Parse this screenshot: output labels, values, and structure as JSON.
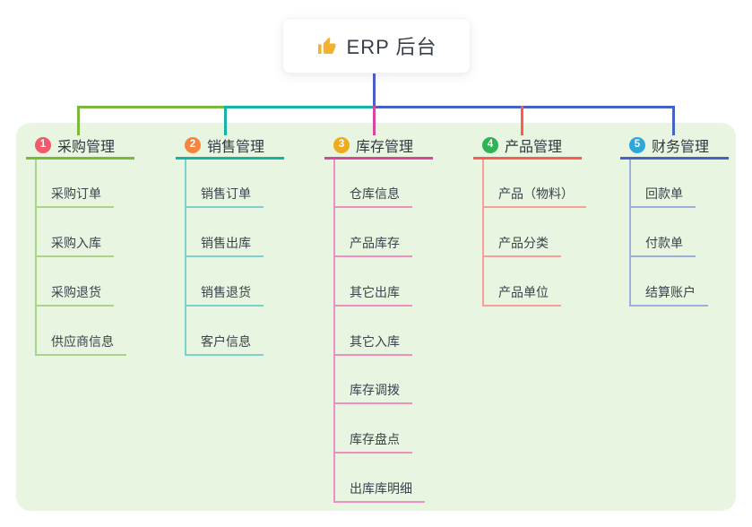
{
  "root": {
    "icon": "thumbs-up",
    "label": "ERP 后台"
  },
  "panel_color": "#e8f5e1",
  "root_line_color": "#4a5fc8",
  "icon_color": "#f2b12e",
  "branches": [
    {
      "badge": "1",
      "label": "采购管理",
      "color": "#7cb83e",
      "light_color": "#abd48a",
      "badge_color": "#f2596d",
      "children": [
        "采购订单",
        "采购入库",
        "采购退货",
        "供应商信息"
      ]
    },
    {
      "badge": "2",
      "label": "销售管理",
      "color": "#14b3a5",
      "light_color": "#7bd2c9",
      "badge_color": "#f6863f",
      "children": [
        "销售订单",
        "销售出库",
        "销售退货",
        "客户信息"
      ]
    },
    {
      "badge": "3",
      "label": "库存管理",
      "color": "#d6489c",
      "light_color": "#ee8fc1",
      "badge_color": "#f0ab1c",
      "children": [
        "仓库信息",
        "产品库存",
        "其它出库",
        "其它入库",
        "库存调拨",
        "库存盘点",
        "出库库明细"
      ]
    },
    {
      "badge": "4",
      "label": "产品管理",
      "color": "#f75d55",
      "light_color": "#f99e98",
      "badge_color": "#2eb454",
      "children": [
        "产品（物料）",
        "产品分类",
        "产品单位"
      ]
    },
    {
      "badge": "5",
      "label": "财务管理",
      "color": "#4762c6",
      "light_color": "#9bb0de",
      "badge_color": "#2ea7df",
      "children": [
        "回款单",
        "付款单",
        "结算账户"
      ]
    }
  ]
}
